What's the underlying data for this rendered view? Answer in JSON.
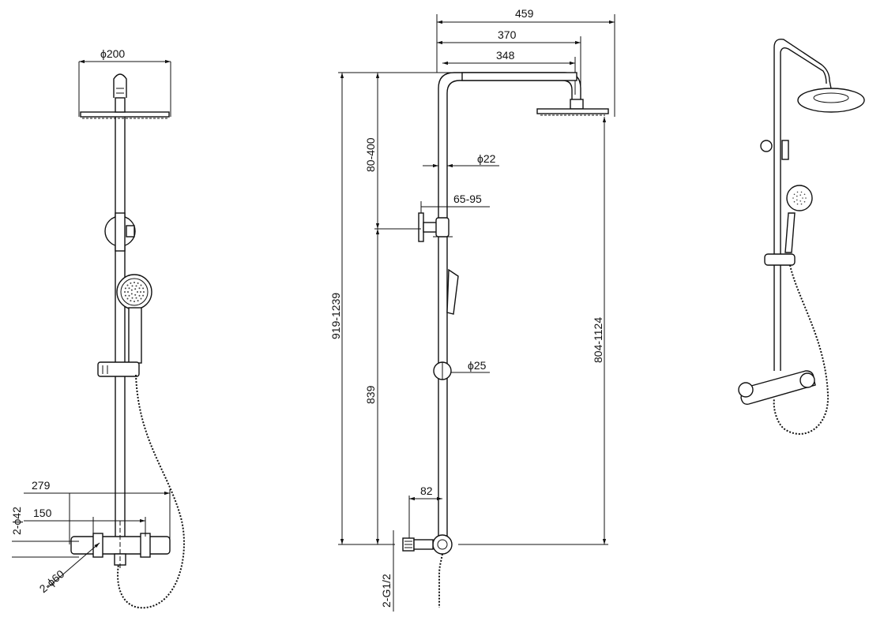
{
  "front_view": {
    "head_diameter": "ϕ200",
    "width_279": "279",
    "inlet_spacing": "150",
    "inlet_diameter": "2-ϕ42",
    "escutcheon_diameter": "2-ϕ60"
  },
  "side_view": {
    "dim_459": "459",
    "dim_370": "370",
    "dim_348": "348",
    "dim_pipe_22": "ϕ22",
    "dim_bracket": "65-95",
    "dim_pipe_25": "ϕ25",
    "dim_82": "82",
    "dim_upper": "80-400",
    "dim_total": "919-1239",
    "dim_lower": "839",
    "dim_head_height": "804-1124",
    "dim_inlet_thread": "2-G1/2"
  }
}
